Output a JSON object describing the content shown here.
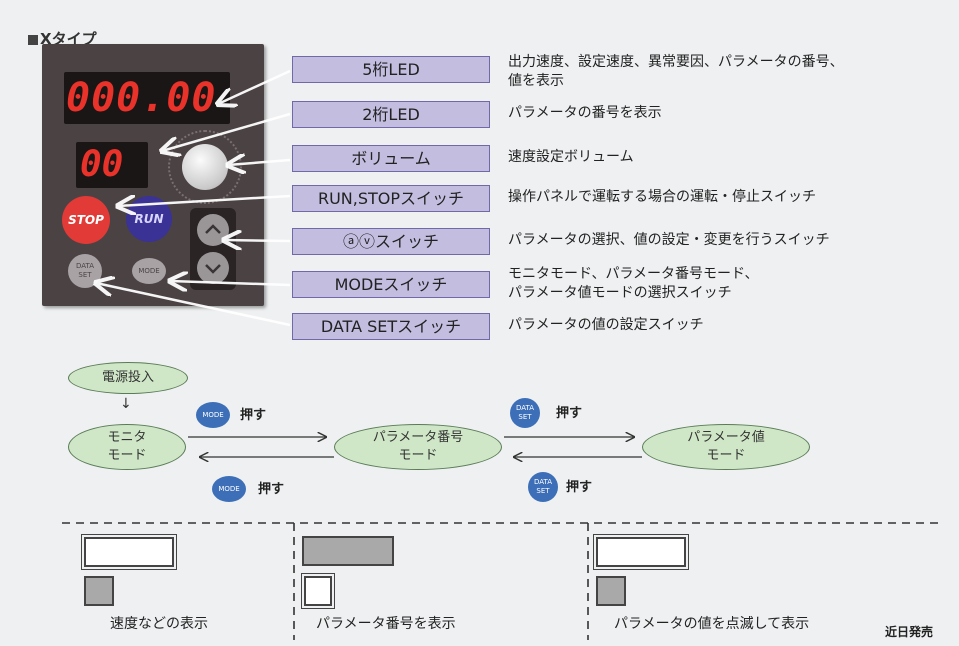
{
  "title": "Xタイプ",
  "panel": {
    "led5": "000.00",
    "led2": "00",
    "stop": "STOP",
    "run": "RUN",
    "data_set": [
      "DATA",
      "SET"
    ],
    "mode": "MODE"
  },
  "labels": [
    {
      "box": "5桁LED",
      "desc": "出力速度、設定速度、異常要因、パラメータの番号、\n値を表示"
    },
    {
      "box": "2桁LED",
      "desc": "パラメータの番号を表示"
    },
    {
      "box": "ボリューム",
      "desc": "速度設定ボリューム"
    },
    {
      "box": "RUN,STOPスイッチ",
      "desc": "操作パネルで運転する場合の運転・停止スイッチ"
    },
    {
      "box": "ⓐⓥスイッチ",
      "desc": "パラメータの選択、値の設定・変更を行うスイッチ"
    },
    {
      "box": "MODEスイッチ",
      "desc": "モニタモード、パラメータ番号モード、\nパラメータ値モードの選択スイッチ"
    },
    {
      "box": "DATA SETスイッチ",
      "desc": "パラメータの値の設定スイッチ"
    }
  ],
  "flow": {
    "power_on": "電源投入",
    "monitor": [
      "モニタ",
      "モード"
    ],
    "param_no": [
      "パラメータ番号",
      "モード"
    ],
    "param_val": [
      "パラメータ値",
      "モード"
    ],
    "push": "押す",
    "mode_btn": "MODE",
    "data_btn": [
      "DATA",
      "SET"
    ]
  },
  "bottom": {
    "cap1": "速度などの表示",
    "cap2": "パラメータ番号を表示",
    "cap3": "パラメータの値を点滅して表示",
    "soon": "近日発売"
  },
  "colors": {
    "label_fill": "#c3bde0",
    "node_fill": "#cfe7c7",
    "led_red": "#e8322a",
    "pill_blue": "#3d6fb8"
  }
}
